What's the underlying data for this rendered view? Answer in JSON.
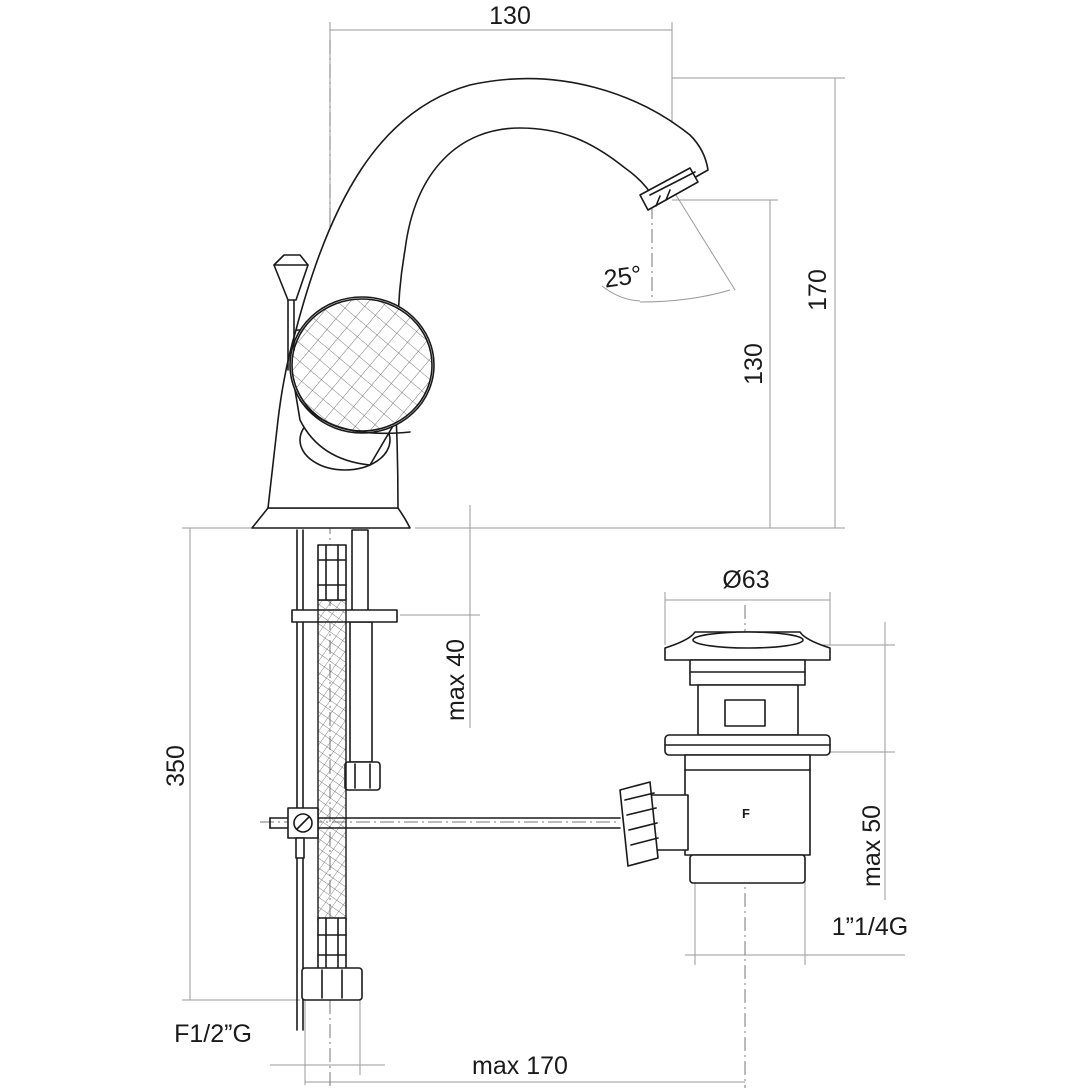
{
  "diagram": {
    "dimensions": {
      "spout_reach": "130",
      "total_height": "170",
      "spout_height": "130",
      "spout_angle": "25°",
      "tail_length": "350",
      "max_thickness": "max 40",
      "waste_diameter": "Ø63",
      "waste_max": "max 50",
      "waste_thread": "1”1/4G",
      "supply_thread": "F1/2”G",
      "rod_length": "max 170",
      "waste_mark": "F"
    }
  }
}
